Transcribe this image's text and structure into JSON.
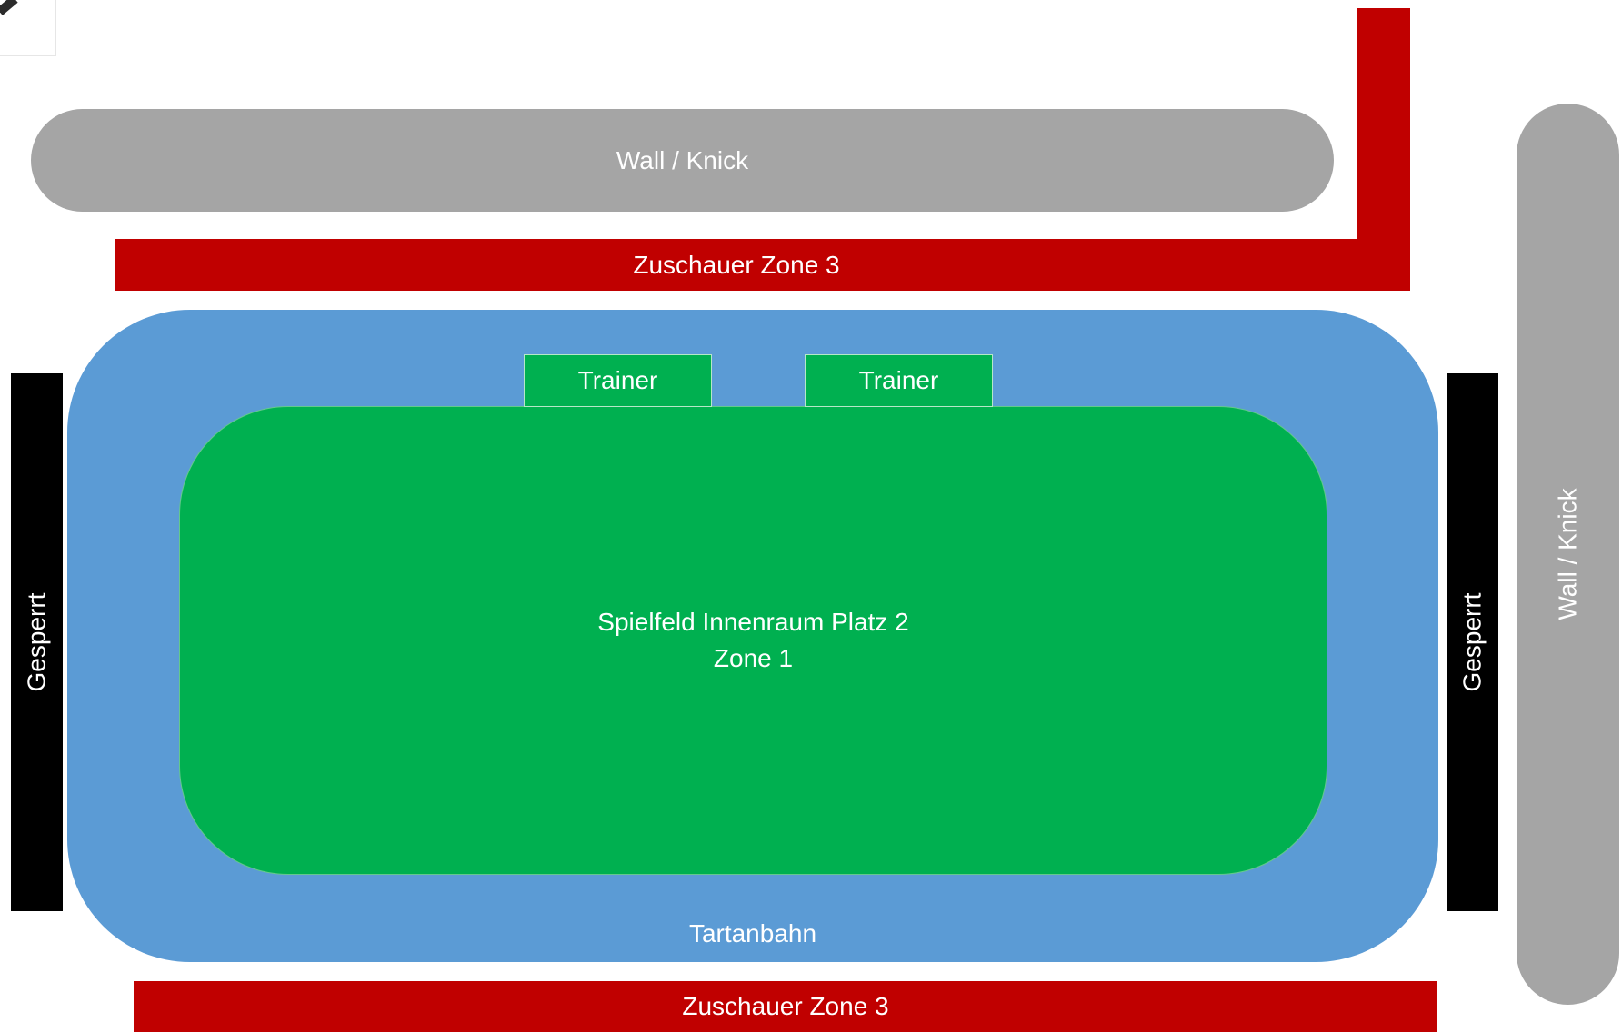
{
  "diagram": {
    "wall_top": {
      "label": "Wall / Knick"
    },
    "wall_right": {
      "label": "Wall / Knick"
    },
    "spectator_top": {
      "label": "Zuschauer Zone 3"
    },
    "spectator_bottom": {
      "label": "Zuschauer Zone 3"
    },
    "track": {
      "label": "Tartanbahn"
    },
    "field": {
      "line1": "Spielfeld Innenraum Platz 2",
      "line2": "Zone 1"
    },
    "trainer_boxes": [
      {
        "label": "Trainer"
      },
      {
        "label": "Trainer"
      }
    ],
    "closed_left": {
      "label": "Gesperrt"
    },
    "closed_right": {
      "label": "Gesperrt"
    }
  },
  "colors": {
    "wall": "#a5a5a5",
    "spectator_zone": "#c00000",
    "track": "#5b9bd5",
    "field": "#00b050",
    "closed": "#000000",
    "text": "#ffffff"
  }
}
